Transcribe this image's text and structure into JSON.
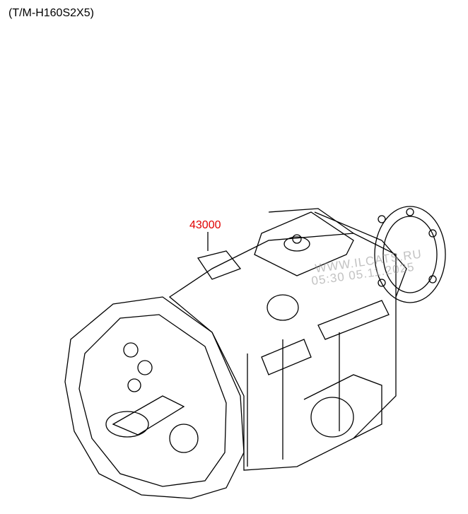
{
  "title": "(T/M-H160S2X5)",
  "parts": [
    {
      "number": "43000",
      "color": "#e00000"
    }
  ],
  "watermark": {
    "site": "WWW.ILCATS.RU",
    "timestamp": "05:30 05.11.2025"
  }
}
